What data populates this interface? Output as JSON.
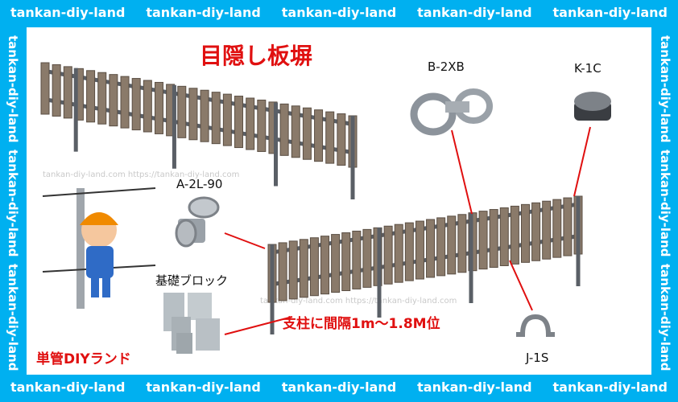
{
  "watermark": "tankan-diy-land",
  "title": "目隠し板塀",
  "brand": "単管DIYランド",
  "spacing_note": "支柱に間隔1m〜1.8M位",
  "parts": {
    "b2xb": "B-2XB",
    "k1c": "K-1C",
    "a2l90": "A-2L-90",
    "block": "基礎ブロック",
    "j1s": "J-1S"
  },
  "faint_watermark": "tankan-diy-land.com https://tankan-diy-land.com",
  "colors": {
    "frame": "#00b0f0",
    "accent_red": "#e01010",
    "board": "#8a7a6a",
    "pipe": "#5a5f66"
  }
}
